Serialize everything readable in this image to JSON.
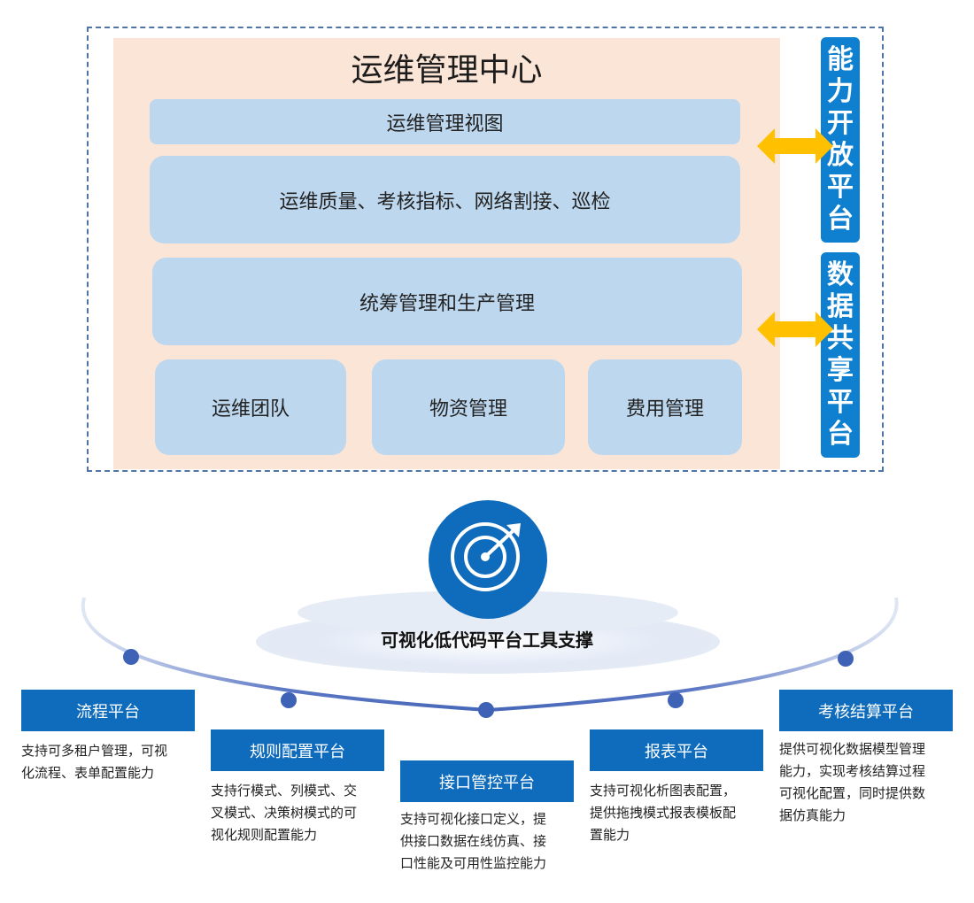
{
  "center": {
    "title": "运维管理中心",
    "view": "运维管理视图",
    "quality": "运维质量、考核指标、网络割接、巡检",
    "overall": "统筹管理和生产管理",
    "team": "运维团队",
    "material": "物资管理",
    "cost": "费用管理"
  },
  "side": {
    "capability": [
      "能",
      "力",
      "开",
      "放",
      "平",
      "台"
    ],
    "data_share": [
      "数",
      "据",
      "共",
      "享",
      "平",
      "台"
    ]
  },
  "hub": {
    "title": "可视化低代码平台工具支撑",
    "icon": "target-icon"
  },
  "platforms": [
    {
      "label": "流程平台",
      "desc": [
        "支持可多租户管理，可视",
        "化流程、表单配置能力"
      ]
    },
    {
      "label": "规则配置平台",
      "desc": [
        "支持行模式、列模式、交",
        "叉模式、决策树模式的可",
        "视化规则配置能力"
      ]
    },
    {
      "label": "接口管控平台",
      "desc": [
        "支持可视化接口定义，提",
        "供接口数据在线仿真、接",
        "口性能及可用性监控能力"
      ]
    },
    {
      "label": "报表平台",
      "desc": [
        "支持可视化析图表配置，",
        "提供拖拽模式报表模板配",
        "置能力"
      ]
    },
    {
      "label": "考核结算平台",
      "desc": [
        "提供可视化数据模型管理",
        "能力，实现考核结算过程",
        "可视化配置，同时提供数",
        "据仿真能力"
      ]
    }
  ],
  "colors": {
    "accent": "#0f6cbd",
    "light_blue": "#bdd7ee",
    "peach": "#fbe5d6",
    "arrow": "#ffc000"
  }
}
